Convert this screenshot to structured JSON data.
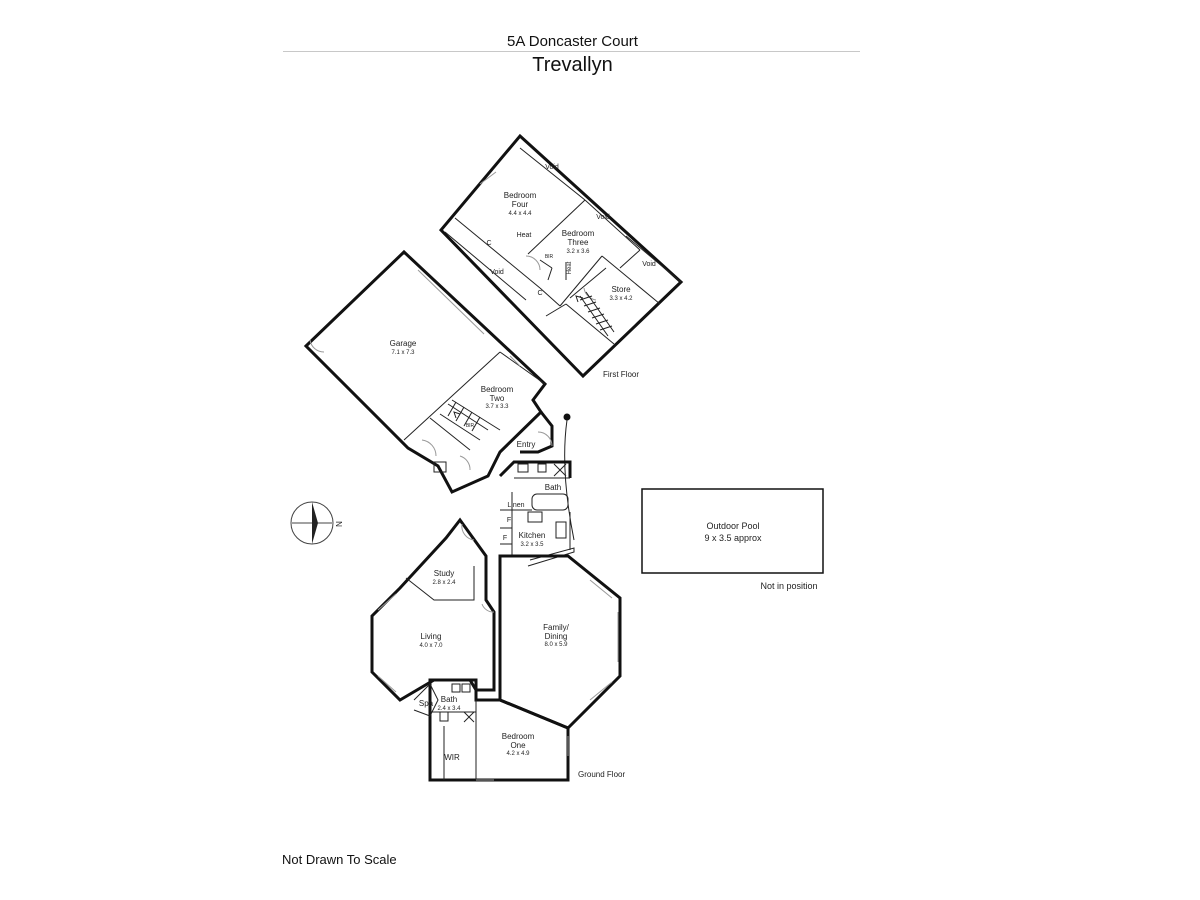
{
  "header": {
    "address": "5A Doncaster Court",
    "suburb": "Trevallyn"
  },
  "footer": {
    "scale_note": "Not Drawn To Scale"
  },
  "compass": {
    "north_label": "N"
  },
  "first_floor": {
    "label": "First Floor",
    "rooms": {
      "bedroom_four": {
        "name_1": "Bedroom",
        "name_2": "Four",
        "size": "4.4 x 4.4"
      },
      "bedroom_three": {
        "name_1": "Bedroom",
        "name_2": "Three",
        "size": "3.2 x 3.6"
      },
      "store": {
        "name": "Store",
        "size": "3.3 x 4.2"
      }
    },
    "misc": {
      "void_1": "Void",
      "void_2": "Void",
      "void_3": "Void",
      "void_4": "Void",
      "heat_1": "Heat",
      "heat_2": "Heat",
      "c_1": "C",
      "c_2": "C",
      "bir": "BIR"
    }
  },
  "ground_floor": {
    "label": "Ground Floor",
    "rooms": {
      "garage": {
        "name": "Garage",
        "size": "7.1 x 7.3"
      },
      "bedroom_two": {
        "name_1": "Bedroom",
        "name_2": "Two",
        "size": "3.7 x 3.3"
      },
      "entry": {
        "name": "Entry"
      },
      "bath_top": {
        "name": "Bath"
      },
      "linen": {
        "name": "Linen"
      },
      "kitchen": {
        "name": "Kitchen",
        "size": "3.2 x 3.5"
      },
      "study": {
        "name": "Study",
        "size": "2.8 x 2.4"
      },
      "living": {
        "name": "Living",
        "size": "4.0 x 7.0"
      },
      "family_dining": {
        "name_1": "Family/",
        "name_2": "Dining",
        "size": "8.0 x 5.9"
      },
      "bath_lower": {
        "name": "Bath",
        "size": "2.4 x 3.4"
      },
      "spa": {
        "name": "Spa"
      },
      "wir": {
        "name": "WIR"
      },
      "bedroom_one": {
        "name_1": "Bedroom",
        "name_2": "One",
        "size": "4.2 x 4.9"
      }
    },
    "misc": {
      "f_1": "F",
      "f_2": "F",
      "bir": "BIR"
    }
  },
  "pool": {
    "name": "Outdoor Pool",
    "size": "9 x 3.5 approx",
    "note": "Not in position"
  }
}
